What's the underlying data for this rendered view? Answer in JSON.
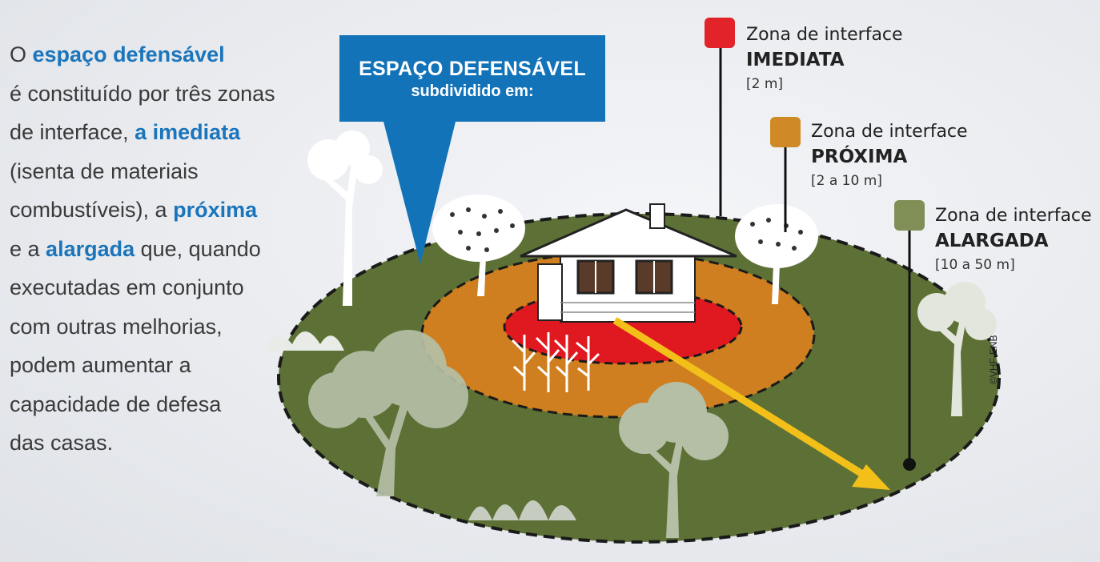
{
  "intro": {
    "segments": [
      {
        "text": "O ",
        "highlight": false
      },
      {
        "text": "espaço defensável",
        "highlight": true
      },
      {
        "text": "\né constituído por três zonas\nde interface, ",
        "highlight": false
      },
      {
        "text": "a imediata",
        "highlight": true
      },
      {
        "text": "\n(isenta de materiais\ncombustíveis), a ",
        "highlight": false
      },
      {
        "text": "próxima",
        "highlight": true
      },
      {
        "text": "\ne a ",
        "highlight": false
      },
      {
        "text": "alargada",
        "highlight": true
      },
      {
        "text": " que, quando\nexecutadas em conjunto\ncom outras melhorias,\npodem aumentar a\ncapacidade de defesa\ndas casas.",
        "highlight": false
      }
    ]
  },
  "callout": {
    "title": "ESPAÇO DEFENSÁVEL",
    "subtitle": "subdividido em:"
  },
  "zones": [
    {
      "label": "Zona de interface",
      "name": "IMEDIATA",
      "distance": "[2 m]",
      "color": "#e2232a"
    },
    {
      "label": "Zona de interface",
      "name": "PRÓXIMA",
      "distance": "[2 a 10 m]",
      "color": "#cf8a27"
    },
    {
      "label": "Zona de interface",
      "name": "ALARGADA",
      "distance": "[10 a 50 m]",
      "color": "#7f8f55"
    }
  ],
  "credit": "©VHF-ENB",
  "colors": {
    "text_highlight": "#1b75bb",
    "callout_bg": "#1273b9",
    "outer_zone_fill": "#5d7136",
    "middle_zone_fill": "#cf7f1f",
    "inner_zone_fill": "#e0181f",
    "arrow": "#f3c01a",
    "trees": "#b5bfa6"
  },
  "icons": [
    "house-icon",
    "tree-icon",
    "shrub-icon",
    "corn-plant-icon",
    "arrow-icon",
    "zone-marker-icon"
  ]
}
